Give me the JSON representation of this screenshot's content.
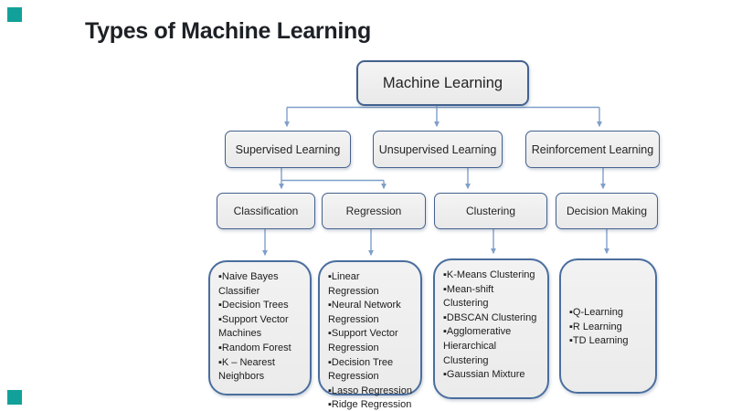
{
  "slide": {
    "title": "Types of Machine Learning",
    "accent_color": "#12a19a"
  },
  "diagram": {
    "bullet": "▪",
    "root": {
      "label": "Machine Learning"
    },
    "level2": [
      {
        "label": "Supervised Learning"
      },
      {
        "label": "Unsupervised Learning"
      },
      {
        "label": "Reinforcement Learning"
      }
    ],
    "level3": [
      {
        "label": "Classification"
      },
      {
        "label": "Regression"
      },
      {
        "label": "Clustering"
      },
      {
        "label": "Decision Making"
      }
    ],
    "leaves": [
      {
        "parent": "Classification",
        "items": [
          "Naive Bayes Classifier",
          "Decision Trees",
          "Support Vector Machines",
          "Random Forest",
          "K – Nearest Neighbors"
        ]
      },
      {
        "parent": "Regression",
        "items": [
          "Linear Regression",
          "Neural Network Regression",
          "Support Vector Regression",
          "Decision Tree Regression",
          "Lasso Regression",
          "Ridge Regression"
        ]
      },
      {
        "parent": "Clustering",
        "items": [
          "K-Means Clustering",
          "Mean-shift Clustering",
          "DBSCAN Clustering",
          "Agglomerative Hierarchical Clustering",
          "Gaussian Mixture"
        ]
      },
      {
        "parent": "Decision Making",
        "items": [
          "Q-Learning",
          "R Learning",
          "TD Learning"
        ]
      }
    ],
    "colors": {
      "node_border": "#44618e",
      "leaf_border": "#4a6e9e",
      "node_fill": "#eeeeee",
      "connector": "#7f9fc9",
      "text": "#242424",
      "title_text": "#1d2025"
    }
  }
}
